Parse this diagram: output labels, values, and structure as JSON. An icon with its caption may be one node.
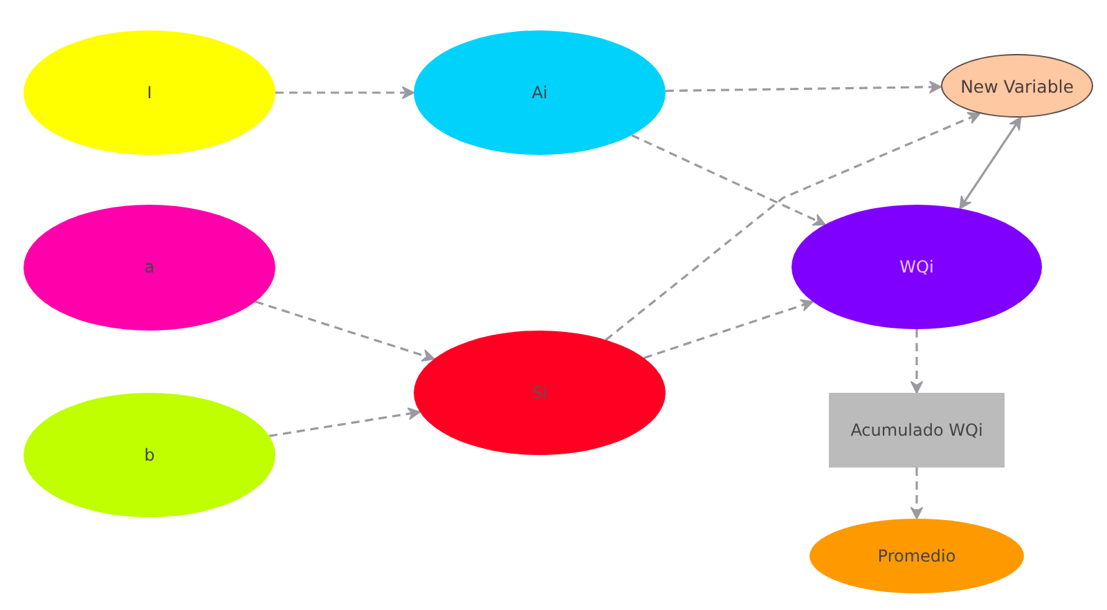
{
  "diagram": {
    "nodes": [
      {
        "text": [
          "I"
        ]
      },
      {
        "text": [
          "Ai"
        ]
      },
      {
        "text": [
          "New Variable"
        ]
      },
      {
        "text": [
          "a"
        ]
      },
      {
        "text": [
          "WQi"
        ]
      },
      {
        "text": [
          "Si"
        ]
      },
      {
        "text": [
          "b"
        ]
      },
      {
        "text": [
          "Acumulado WQi"
        ]
      },
      {
        "text": [
          "Promedio"
        ]
      }
    ],
    "edges": [
      {
        "from": 0,
        "to": 1,
        "arrow": "to",
        "style": "dashed"
      },
      {
        "from": 1,
        "to": 2,
        "arrow": "to",
        "style": "dashed"
      },
      {
        "from": 1,
        "to": 4,
        "arrow": "to",
        "style": "dashed"
      },
      {
        "from": 5,
        "to": 2,
        "arrow": "to",
        "style": "dashed"
      },
      {
        "from": 5,
        "to": 4,
        "arrow": "to",
        "style": "dashed"
      },
      {
        "from": 3,
        "to": 5,
        "arrow": "to",
        "style": "dashed"
      },
      {
        "from": 6,
        "to": 5,
        "arrow": "to",
        "style": "dashed"
      },
      {
        "from": 4,
        "to": 2,
        "arrow": "both"
      },
      {
        "from": 4,
        "to": 7,
        "arrow": "to",
        "style": "dashed"
      },
      {
        "from": 7,
        "to": 8,
        "arrow": "to",
        "style": "dashed"
      }
    ]
  }
}
